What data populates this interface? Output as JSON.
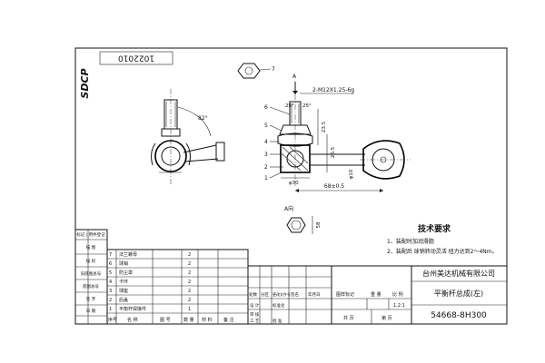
{
  "drawing_number_rotated": "1022010",
  "brand_logo": "SDCP",
  "dimensions": {
    "thread": "2-M12X1.25-6g",
    "angle_left": "25°",
    "angle_right": "25°",
    "swing_angle": "82°",
    "height_a": "23.5",
    "height_b": "26.5",
    "dia_30": "φ30",
    "dia_10": "φ10",
    "length": "68±0.5",
    "section_view": "A",
    "section_label": "A向",
    "section_dim": "58"
  },
  "callouts": [
    "7",
    "6",
    "5",
    "4",
    "3",
    "2",
    "1"
  ],
  "tech_requirements": {
    "title": "技术要求",
    "items": [
      "1、装配时加润滑脂",
      "2、装配后 球销转动灵活 扭力达到2～4Nm。"
    ]
  },
  "left_column": {
    "rows": [
      "标记 | 用件登记",
      "描  图",
      "描  校",
      "旧底图总号",
      "底图总号",
      "签  字",
      "日  期"
    ]
  },
  "parts_list": [
    {
      "no": "7",
      "name": "法兰螺母",
      "qty": "2"
    },
    {
      "no": "6",
      "name": "球销",
      "qty": "2"
    },
    {
      "no": "5",
      "name": "防尘罩",
      "qty": "2"
    },
    {
      "no": "4",
      "name": "卡环",
      "qty": "2"
    },
    {
      "no": "3",
      "name": "球座",
      "qty": "2"
    },
    {
      "no": "2",
      "name": "后盖",
      "qty": "2"
    },
    {
      "no": "1",
      "name": "平衡杆焊接件",
      "qty": "1"
    }
  ],
  "parts_header": [
    "序号",
    "名 称",
    "图 号",
    "数 量",
    "材 料",
    "备 注"
  ],
  "title_block": {
    "company": "台州美达机械有限公司",
    "part_name": "平衡杆总成(左)",
    "part_number": "54668-8H300",
    "scale": "1.2:1",
    "headers": [
      "图样标记",
      "重 量",
      "比 例"
    ],
    "footer": [
      "共 页",
      "第 页"
    ],
    "rev_headers": [
      "处数",
      "分区",
      "更改文件号",
      "签名",
      "年月日"
    ],
    "sign_rows": [
      "设 计",
      "审 核",
      "工 艺",
      "批 准"
    ],
    "std_label": "标准化"
  }
}
